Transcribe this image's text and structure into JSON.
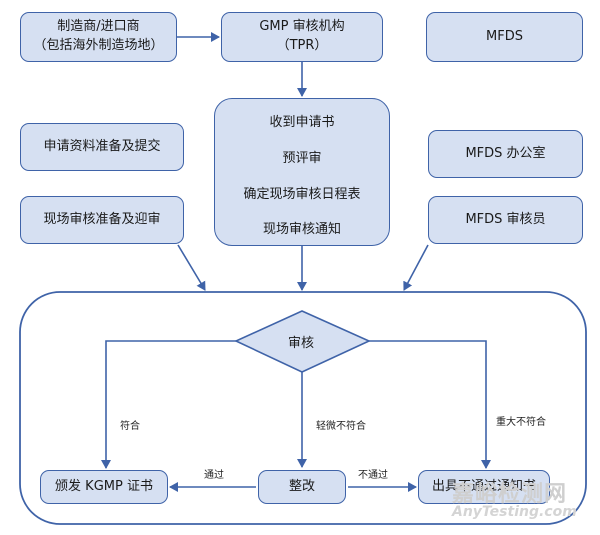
{
  "nodes": {
    "manufacturer": [
      "制造商/进口商",
      "（包括海外制造场地）"
    ],
    "gmp_agency": [
      "GMP 审核机构",
      "（TPR）"
    ],
    "mfds": "MFDS",
    "prep_submit": "申请资料准备及提交",
    "onsite_prep": "现场审核准备及迎审",
    "mfds_office": "MFDS 办公室",
    "mfds_auditor": "MFDS 审核员",
    "review": "审核",
    "certificate": "颁发 KGMP 证书",
    "rectify": "整改",
    "fail_notice": "出具不通过通知书"
  },
  "process_steps": [
    "收到申请书",
    "预评审",
    "确定现场审核日程表",
    "现场审核通知"
  ],
  "edge_labels": {
    "comply": "符合",
    "minor": "轻微不符合",
    "major": "重大不符合",
    "pass": "通过",
    "fail": "不通过"
  },
  "watermark": {
    "text": "嘉峪检测网",
    "url": "AnyTesting.com"
  }
}
